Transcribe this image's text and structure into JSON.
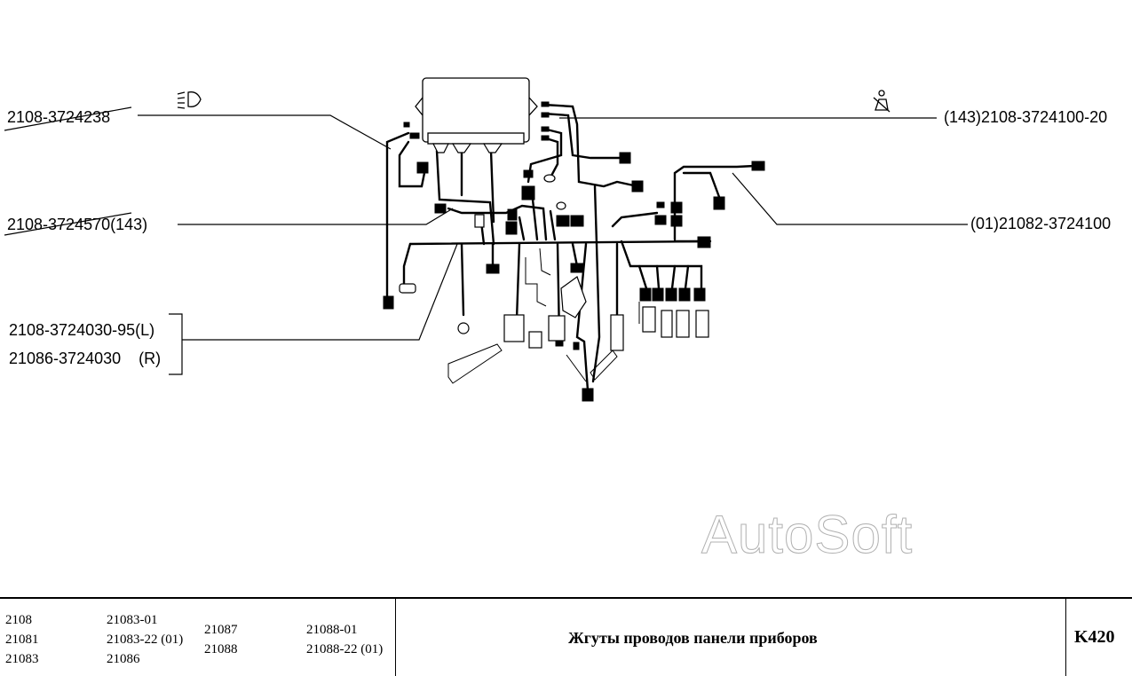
{
  "callouts": {
    "top_left": "2108-3724238",
    "top_right": "(143)2108-3724100-20",
    "mid_left": "2108-3724570(143)",
    "mid_right": "(01)21082-3724100",
    "bottom_left_1": "2108-3724030-95(L)",
    "bottom_left_2": "21086-3724030    (R)"
  },
  "watermark": "AutoSoft",
  "footer": {
    "models_col1": [
      "2108",
      "21081",
      "21083"
    ],
    "models_col2": [
      "21083-01",
      "21083-22 (01)",
      "21086"
    ],
    "models_col3": [
      "21087",
      "21088"
    ],
    "models_col4": [
      "21088-01",
      "21088-22 (01)"
    ],
    "title": "Жгуты проводов панели приборов",
    "code": "K420"
  },
  "icons": [
    "headlight-icon",
    "seatbelt-icon"
  ],
  "colors": {
    "ink": "#000000",
    "paper": "#ffffff",
    "watermark": "#b0b0b0"
  }
}
